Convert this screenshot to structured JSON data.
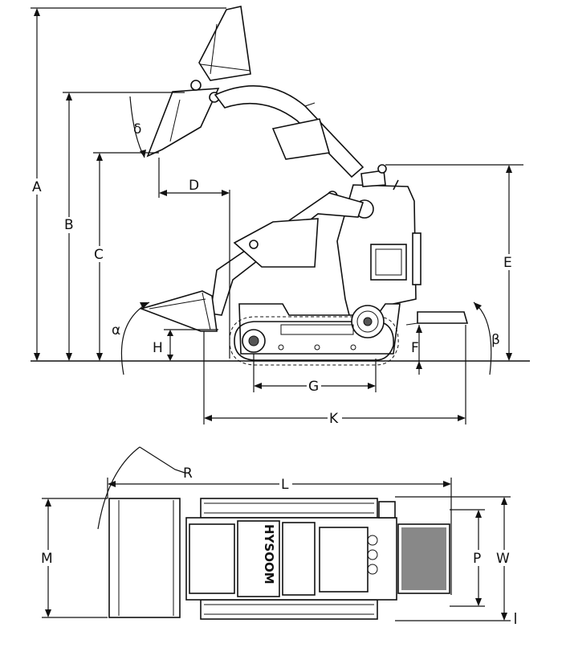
{
  "labels": {
    "A": "A",
    "B": "B",
    "C": "C",
    "D": "D",
    "E": "E",
    "F": "F",
    "G": "G",
    "H": "H",
    "K": "K",
    "L": "L",
    "M": "M",
    "P": "P",
    "R": "R",
    "W": "W",
    "alpha": "α",
    "beta": "β",
    "delta": "δ"
  },
  "brand": "HYSOOM"
}
